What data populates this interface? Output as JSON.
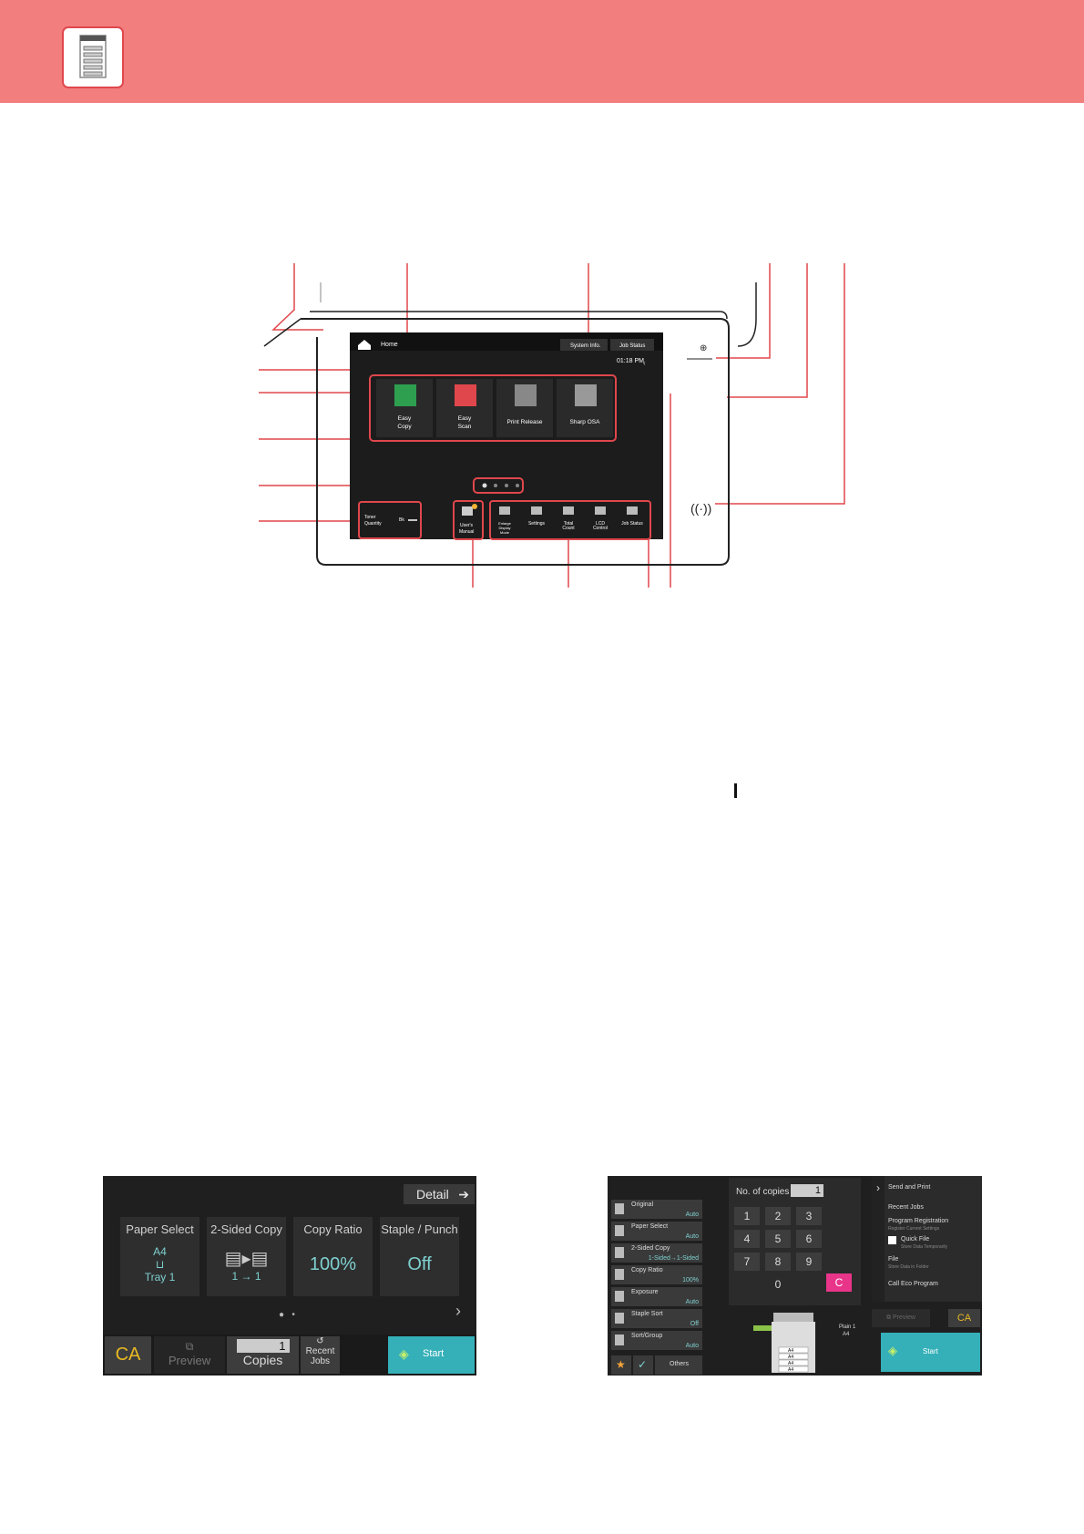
{
  "header": {
    "icon": "printer-icon",
    "color": "#f27e7e"
  },
  "panel": {
    "status_bar": {
      "home_label": "Home",
      "system_info_label": "System Info.",
      "job_status_label": "Job Status",
      "time": "01:18 PM"
    },
    "tiles": [
      {
        "label_1": "Easy",
        "label_2": "Copy",
        "icon": "copy-icon",
        "color": "#2e9e4f"
      },
      {
        "label_1": "Easy",
        "label_2": "Scan",
        "icon": "scan-icon",
        "color": "#e0474c"
      },
      {
        "label_1": "Print Release",
        "label_2": "",
        "icon": "print-release-icon",
        "color": "#888888"
      },
      {
        "label_1": "Sharp OSA",
        "label_2": "",
        "icon": "osa-icon",
        "color": "#999999"
      }
    ],
    "toner": {
      "label_1": "Toner",
      "label_2": "Quantity",
      "value": "Bk"
    },
    "users_manual": {
      "label_1": "User's",
      "label_2": "Manual"
    },
    "shortcuts": [
      {
        "label_1": "Enlarge",
        "label_2": "Display",
        "label_3": "Mode"
      },
      {
        "label_1": "Settings",
        "label_2": "",
        "label_3": ""
      },
      {
        "label_1": "Total",
        "label_2": "Count",
        "label_3": ""
      },
      {
        "label_1": "LCD",
        "label_2": "Control",
        "label_3": ""
      },
      {
        "label_1": "Job Status",
        "label_2": "",
        "label_3": ""
      }
    ],
    "page_dots": 4,
    "accent": "#e0474c"
  },
  "copy_screen_simple": {
    "detail_label": "Detail",
    "cards": [
      {
        "title": "Paper Select",
        "value": "A4",
        "sub": "Tray 1"
      },
      {
        "title": "2-Sided Copy",
        "value": "",
        "sub": "1 → 1"
      },
      {
        "title": "Copy Ratio",
        "value": "100%",
        "sub": ""
      },
      {
        "title": "Staple / Punch",
        "value": "Off",
        "sub": ""
      }
    ],
    "ca_label": "CA",
    "preview_label": "Preview",
    "copies_value": "1",
    "copies_label": "Copies",
    "recent_jobs_1": "Recent",
    "recent_jobs_2": "Jobs",
    "start_label": "Start"
  },
  "copy_screen_normal": {
    "left_items": [
      {
        "title": "Original",
        "value": "Auto"
      },
      {
        "title": "Paper Select",
        "value": "Auto"
      },
      {
        "title": "2-Sided Copy",
        "value": "1-Sided→1-Sided"
      },
      {
        "title": "Copy Ratio",
        "value": "100%"
      },
      {
        "title": "Exposure",
        "value": "Auto"
      },
      {
        "title": "Staple Sort",
        "value": "Off"
      },
      {
        "title": "Sort/Group",
        "value": "Auto"
      }
    ],
    "others_label": "Others",
    "copies_label": "No. of copies",
    "copies_value": "1",
    "keys": [
      "1",
      "2",
      "3",
      "4",
      "5",
      "6",
      "7",
      "8",
      "9",
      "0"
    ],
    "clear_label": "C",
    "right_menu": {
      "send_and_print": "Send and Print",
      "recent_jobs": "Recent Jobs",
      "program_registration": "Program Registration",
      "register_current": "Register Current Settings",
      "quick_file": "Quick File",
      "quick_file_sub": "Store Data Temporarily",
      "file": "File",
      "file_sub": "Store Data in Folder",
      "call_eco": "Call Eco Program"
    },
    "preview_label": "Preview",
    "ca_label": "CA",
    "paper_label": "Plain 1",
    "paper_size": "A4",
    "tray_labels": [
      "A4",
      "A4",
      "A4",
      "A4"
    ],
    "start_label": "Start"
  }
}
